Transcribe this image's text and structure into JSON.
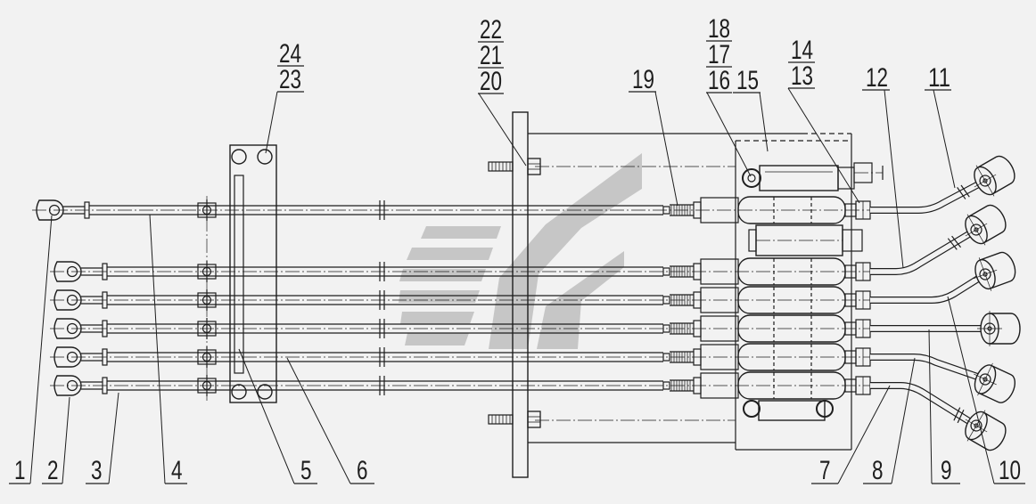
{
  "callouts": {
    "top": [
      {
        "lines": [
          "24",
          "23"
        ]
      },
      {
        "lines": [
          "22",
          "21",
          "20"
        ]
      },
      {
        "lines": [
          "19"
        ]
      },
      {
        "lines": [
          "18",
          "17",
          "16"
        ]
      },
      {
        "lines": [
          "15"
        ]
      },
      {
        "lines": [
          "14",
          "13"
        ]
      },
      {
        "lines": [
          "12"
        ]
      },
      {
        "lines": [
          "11"
        ]
      }
    ],
    "bottom": [
      "1",
      "2",
      "3",
      "4",
      "5",
      "6",
      "7",
      "8",
      "9",
      "10"
    ]
  },
  "colors": {
    "line": "#1e1e1e",
    "background": "#f2f2f2",
    "watermark": "#c6c6c6"
  }
}
